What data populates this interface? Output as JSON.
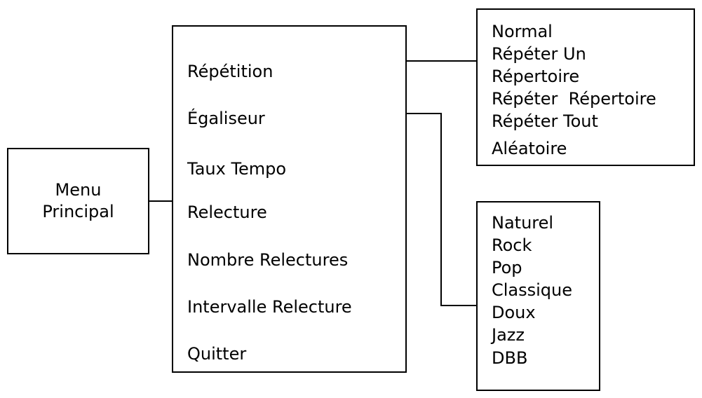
{
  "root": {
    "label_line1": "Menu",
    "label_line2": "Principal"
  },
  "main_menu": {
    "items": [
      "Répétition",
      "Égaliseur",
      "Taux Tempo",
      "Relecture",
      "Nombre Relectures",
      "Intervalle Relecture",
      "Quitter"
    ]
  },
  "repeat_submenu": {
    "items": [
      "Normal",
      "Répéter Un",
      "Répertoire",
      "Répéter  Répertoire",
      "Répéter Tout",
      "Aléatoire"
    ]
  },
  "equalizer_submenu": {
    "items": [
      "Naturel",
      "Rock",
      "Pop",
      "Classique",
      "Doux",
      "Jazz",
      "DBB"
    ]
  },
  "colors": {
    "line": "#000000",
    "background": "#ffffff"
  }
}
